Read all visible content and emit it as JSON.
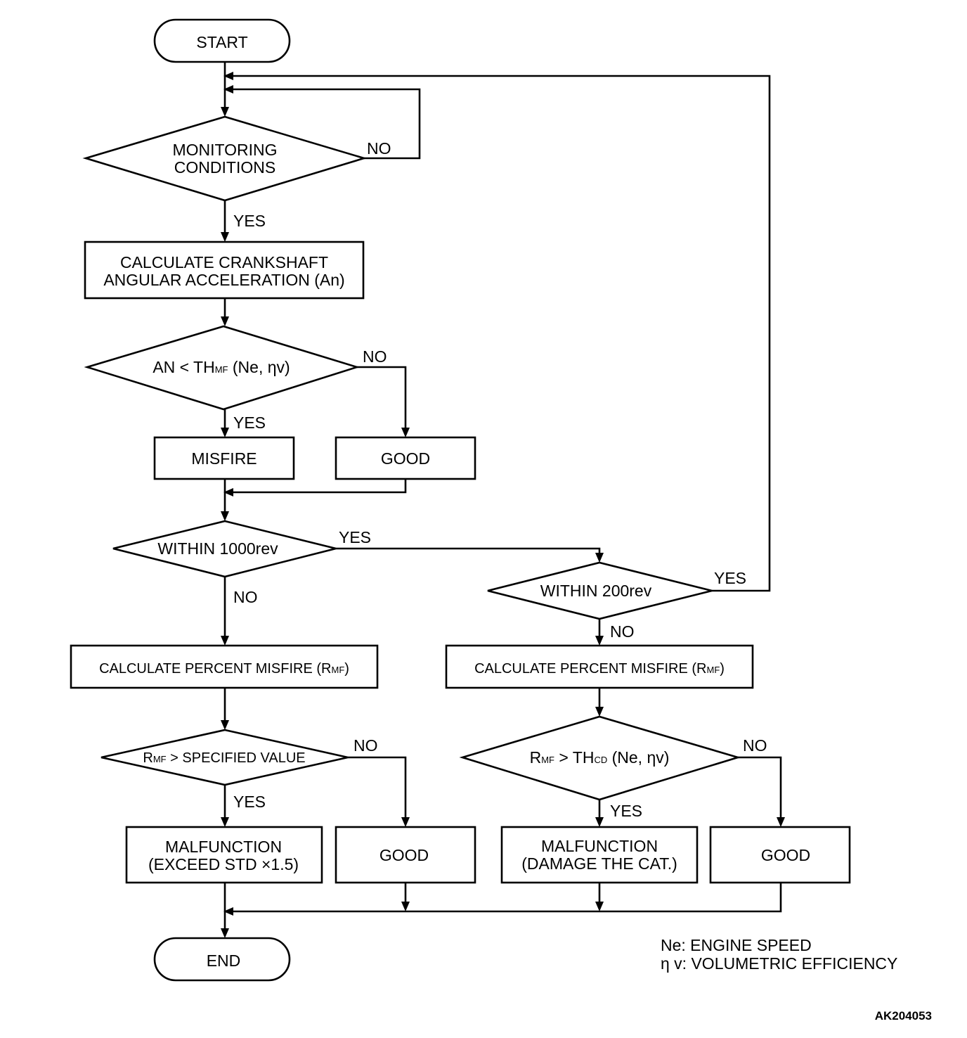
{
  "nodes": {
    "start": "START",
    "monitoring_line1": "MONITORING",
    "monitoring_line2": "CONDITIONS",
    "calc_crank_line1": "CALCULATE CRANKSHAFT",
    "calc_crank_line2": "ANGULAR ACCELERATION (An)",
    "an_cond_main": "AN < TH",
    "an_cond_sub": "MF",
    "an_cond_tail": " (Ne, ηv)",
    "misfire": "MISFIRE",
    "good1": "GOOD",
    "within1000": "WITHIN 1000rev",
    "within200": "WITHIN 200rev",
    "calc_pct_main": "CALCULATE PERCENT MISFIRE (R",
    "calc_pct_sub": "MF",
    "calc_pct_tail": ")",
    "rmf_spec_r": "R",
    "rmf_spec_sub": "MF",
    "rmf_spec_tail": " > SPECIFIED VALUE",
    "rmf_th_r": "R",
    "rmf_th_sub1": "MF",
    "rmf_th_mid": " > TH",
    "rmf_th_sub2": "CD",
    "rmf_th_tail": " (Ne, ηv)",
    "malf1_line1": "MALFUNCTION",
    "malf1_line2": "(EXCEED STD  ×1.5)",
    "good2": "GOOD",
    "malf2_line1": "MALFUNCTION",
    "malf2_line2": "(DAMAGE THE CAT.)",
    "good3": "GOOD",
    "end": "END"
  },
  "edge_labels": {
    "no": "NO",
    "yes": "YES"
  },
  "legend": {
    "line1": "Ne: ENGINE SPEED",
    "line2": "η v: VOLUMETRIC EFFICIENCY"
  },
  "figure_code": "AK204053"
}
